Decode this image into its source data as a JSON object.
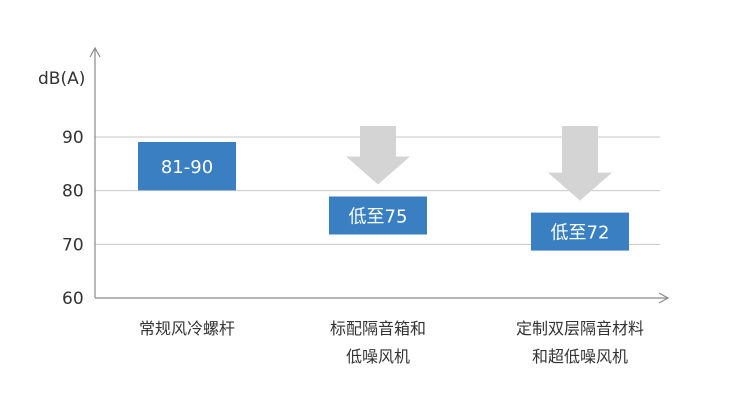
{
  "chart_data": {
    "type": "bar",
    "ylabel": "dB(A)",
    "ylim": [
      60,
      90
    ],
    "yticks": [
      60,
      70,
      80,
      90
    ],
    "grid": true,
    "categories": [
      [
        "常规风冷螺杆"
      ],
      [
        "标配隔音箱和",
        "低噪风机"
      ],
      [
        "定制双层隔音材料",
        "和超低噪风机"
      ]
    ],
    "values": [
      {
        "low": 81,
        "high": 90,
        "label": "81-90",
        "arrow": false
      },
      {
        "low": 75,
        "high": 75,
        "label": "低至75",
        "arrow": true
      },
      {
        "low": 72,
        "high": 72,
        "label": "低至72",
        "arrow": true
      }
    ],
    "colors": {
      "box": "#3a7fc1",
      "arrow": "#d4d4d4",
      "grid": "#c8c8c8",
      "axis": "#8a8a8a",
      "text": "#333333"
    }
  }
}
